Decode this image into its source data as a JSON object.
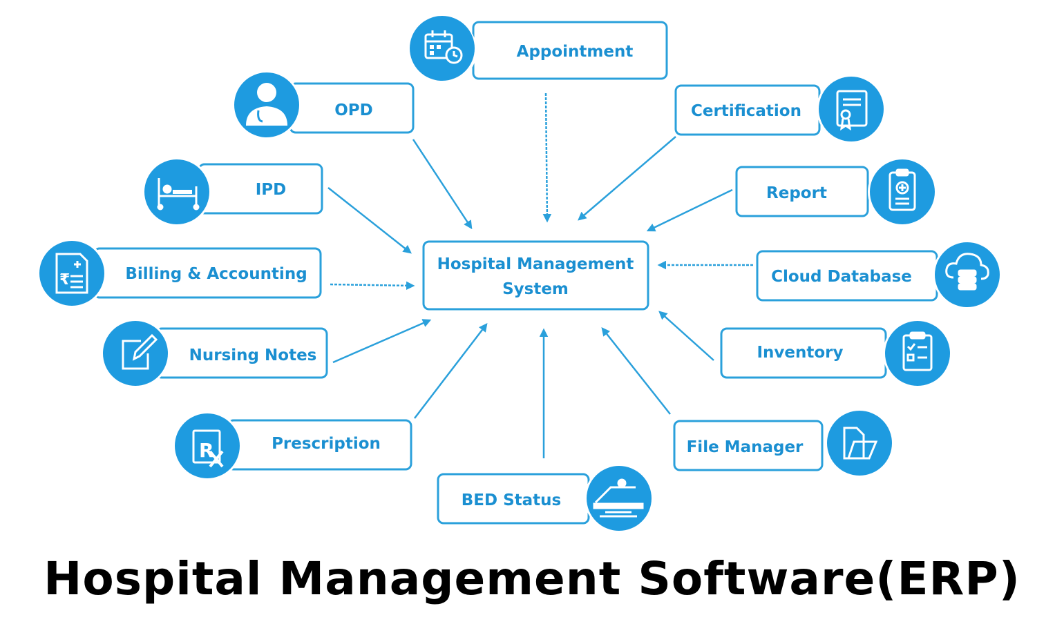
{
  "hub": {
    "line1": "Hospital Management",
    "line2": "System"
  },
  "title": "Hospital Management Software(ERP)",
  "colors": {
    "accent": "#1e9be0",
    "box_border": "#2aa0db",
    "text": "#1a8fd1",
    "title": "#000000"
  },
  "modules": [
    {
      "key": "appointment",
      "label": "Appointment",
      "icon": "calendar-clock-icon"
    },
    {
      "key": "opd",
      "label": "OPD",
      "icon": "doctor-icon"
    },
    {
      "key": "certification",
      "label": "Certification",
      "icon": "certificate-icon"
    },
    {
      "key": "ipd",
      "label": "IPD",
      "icon": "patient-bed-icon"
    },
    {
      "key": "report",
      "label": "Report",
      "icon": "clipboard-report-icon"
    },
    {
      "key": "billing",
      "label": "Billing & Accounting",
      "icon": "rupee-invoice-icon"
    },
    {
      "key": "cloud",
      "label": "Cloud Database",
      "icon": "cloud-database-icon"
    },
    {
      "key": "nursing",
      "label": "Nursing Notes",
      "icon": "edit-note-icon"
    },
    {
      "key": "inventory",
      "label": "Inventory",
      "icon": "checklist-icon"
    },
    {
      "key": "prescription",
      "label": "Prescription",
      "icon": "prescription-rx-icon"
    },
    {
      "key": "filemanager",
      "label": "File Manager",
      "icon": "folder-icon"
    },
    {
      "key": "bed",
      "label": "BED Status",
      "icon": "hospital-bed-icon"
    }
  ]
}
